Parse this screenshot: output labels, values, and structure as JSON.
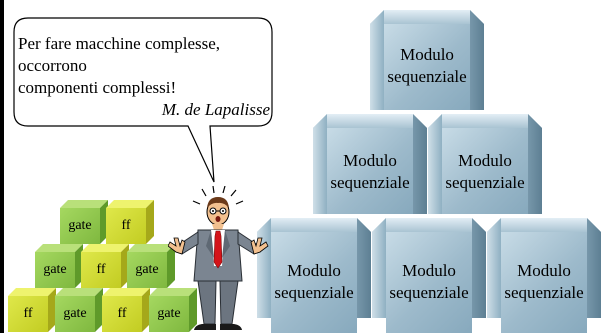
{
  "speech_bubble": {
    "lines": [
      "Per fare macchine complesse,",
      "occorrono",
      "componenti complessi!"
    ],
    "author": "M. de Lapalisse"
  },
  "modules": [
    {
      "line1": "Modulo",
      "line2": "sequenziale"
    },
    {
      "line1": "Modulo",
      "line2": "sequenziale"
    },
    {
      "line1": "Modulo",
      "line2": "sequenziale"
    },
    {
      "line1": "Modulo",
      "line2": "sequenziale"
    },
    {
      "line1": "Modulo",
      "line2": "sequenziale"
    },
    {
      "line1": "Modulo",
      "line2": "sequenziale"
    }
  ],
  "small_cubes": [
    {
      "label": "gate",
      "color": "green"
    },
    {
      "label": "ff",
      "color": "yellow"
    },
    {
      "label": "gate",
      "color": "green"
    },
    {
      "label": "ff",
      "color": "yellow"
    },
    {
      "label": "gate",
      "color": "green"
    },
    {
      "label": "ff",
      "color": "yellow"
    },
    {
      "label": "gate",
      "color": "green"
    },
    {
      "label": "ff",
      "color": "yellow"
    },
    {
      "label": "gate",
      "color": "green"
    }
  ],
  "colors": {
    "module_face": "#9dbacb",
    "gate_cube": "#8cc84b",
    "ff_cube": "#d4dc35",
    "tie": "#d4141a"
  },
  "icons": {
    "person": "surprised-businessman-icon"
  }
}
